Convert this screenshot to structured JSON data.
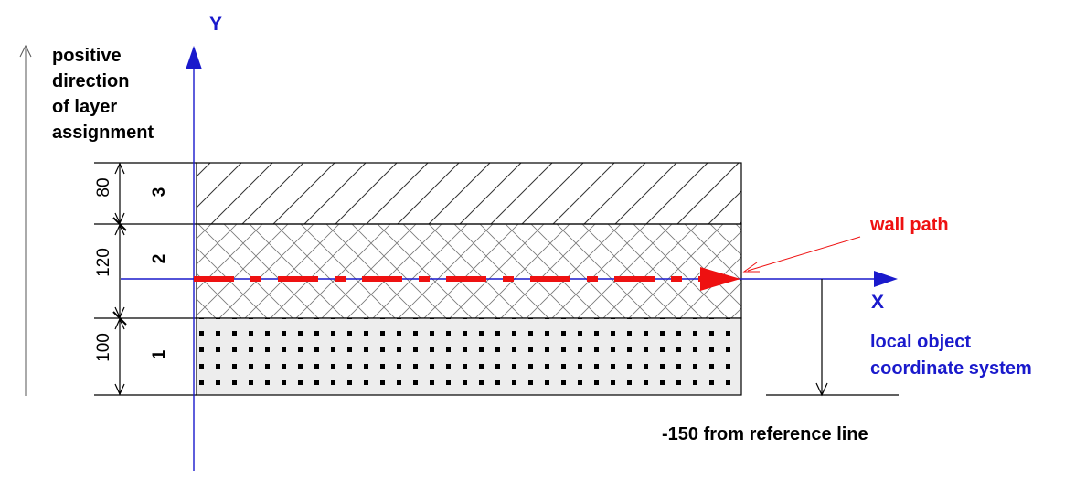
{
  "axes": {
    "y_label": "Y",
    "x_label": "X",
    "axis_color": "#1a1acc"
  },
  "direction_note": {
    "lines": [
      "positive",
      "direction",
      "of layer",
      "assignment"
    ]
  },
  "layers": [
    {
      "number": "3",
      "thickness": "80",
      "pattern": "diagonal-hatch"
    },
    {
      "number": "2",
      "thickness": "120",
      "pattern": "cross-hatch"
    },
    {
      "number": "1",
      "thickness": "100",
      "pattern": "dotted"
    }
  ],
  "wall_path": {
    "label": "wall path",
    "color": "#ee1111"
  },
  "coordinate_system_note": {
    "lines": [
      "local object",
      "coordinate system"
    ],
    "color": "#1a1acc"
  },
  "reference_offset": {
    "label": "-150 from reference line"
  }
}
